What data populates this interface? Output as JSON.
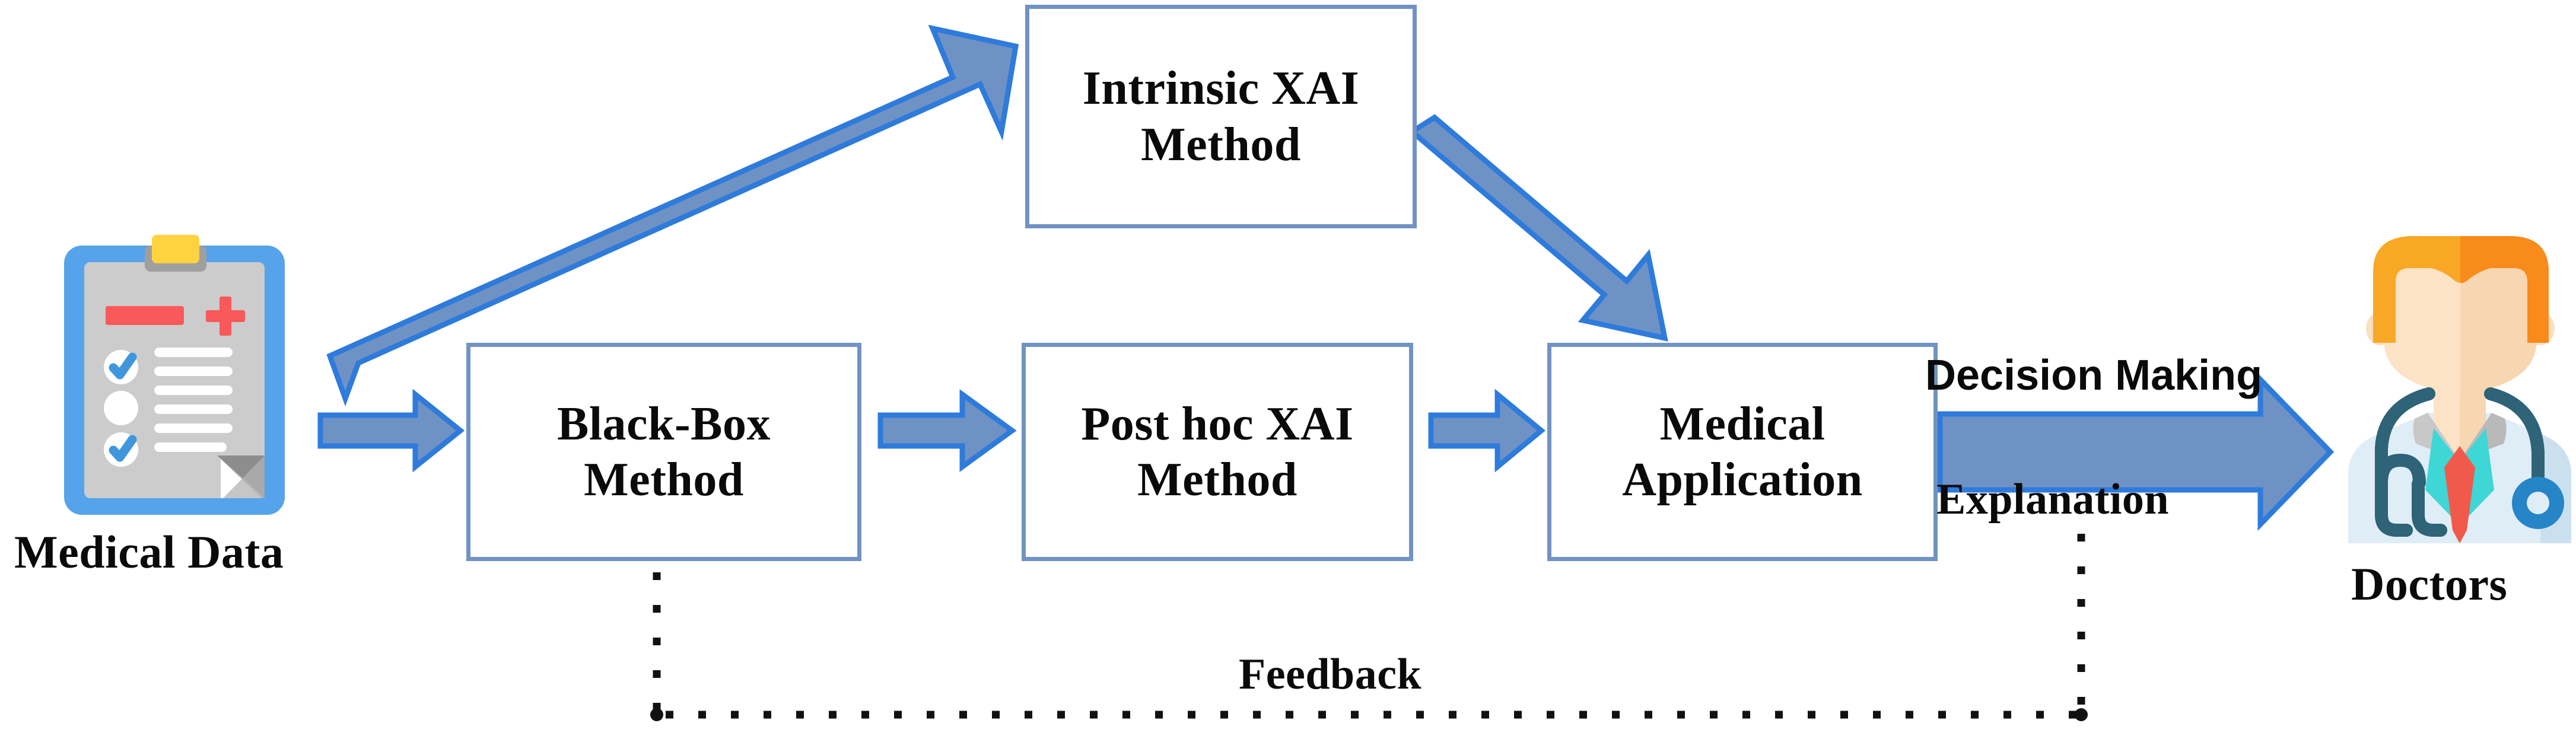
{
  "diagram": {
    "title_text": "",
    "colors": {
      "box_border": "#7193c3",
      "box_fill": "#ffffff",
      "arrow_fill": "#6f92c4",
      "arrow_outline": "#2e7bdc",
      "text": "#0a0a0a",
      "dotted_line": "#111111",
      "clipboard_frame": "#55a3eb",
      "clipboard_paper": "#cccccc",
      "clipboard_clip": "#ffd23f",
      "clipboard_redbar": "#f9595a",
      "clipboard_check": "#3f96dd",
      "doctor_hair": "#f9a825",
      "doctor_hair_shade": "#f98a1c",
      "doctor_skin": "#fce3c6",
      "doctor_coat": "#dfedf7",
      "doctor_stethoscope": "#2e6378",
      "doctor_stethoscope_bell": "#2585c7",
      "doctor_tie": "#f15a4a",
      "doctor_shirt": "#3fd6d6"
    },
    "nodes": [
      {
        "id": "intrinsic",
        "label": "Intrinsic XAI\nMethod"
      },
      {
        "id": "blackbox",
        "label": "Black-Box\nMethod"
      },
      {
        "id": "posthoc",
        "label": "Post hoc XAI\nMethod"
      },
      {
        "id": "medicalapp",
        "label": "Medical\nApplication"
      }
    ],
    "captions": {
      "medical_data": "Medical Data",
      "doctors": "Doctors",
      "decision_making": "Decision Making",
      "explanation": "Explanation",
      "feedback": "Feedback"
    },
    "icons": {
      "clipboard": "medical-clipboard-icon",
      "doctor": "doctor-avatar-icon"
    },
    "edges": [
      {
        "from": "medical_data",
        "to": "intrinsic",
        "style": "solid-block-arrow",
        "direction": "up-right",
        "label": ""
      },
      {
        "from": "medical_data",
        "to": "blackbox",
        "style": "solid-block-arrow",
        "direction": "right",
        "label": ""
      },
      {
        "from": "intrinsic",
        "to": "medicalapp",
        "style": "solid-block-arrow",
        "direction": "down-right",
        "label": ""
      },
      {
        "from": "blackbox",
        "to": "posthoc",
        "style": "solid-block-arrow",
        "direction": "right",
        "label": ""
      },
      {
        "from": "posthoc",
        "to": "medicalapp",
        "style": "solid-block-arrow",
        "direction": "right",
        "label": ""
      },
      {
        "from": "medicalapp",
        "to": "doctors",
        "style": "solid-block-arrow",
        "direction": "right",
        "label": "Decision Making / Explanation"
      },
      {
        "from": "doctors",
        "to": "blackbox",
        "style": "dotted-arrow",
        "direction": "left",
        "label": "Feedback"
      }
    ]
  }
}
